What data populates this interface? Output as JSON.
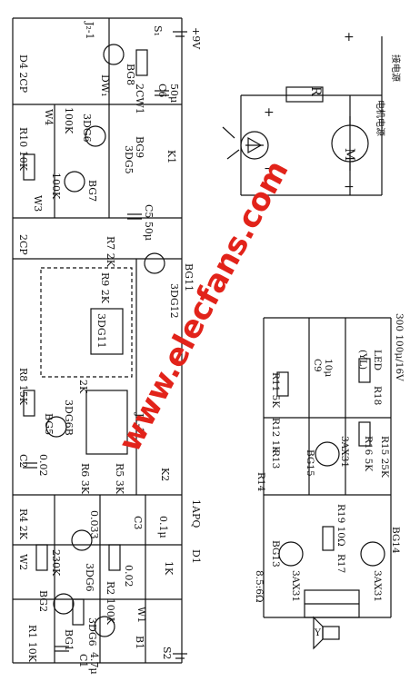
{
  "watermark": "www.elecfans.com",
  "top": {
    "supply": "+9V",
    "s1": "S₁",
    "j2": "J₂-1",
    "bg8": "BG8",
    "dw1": "DW₁",
    "cw1": "2CW1",
    "c6": "C6",
    "c6v": "50μ",
    "d4": "D4 2CP",
    "w4": "W4",
    "r10": "R10 10K",
    "k100": "100K",
    "dg6": "3DG6",
    "bg9": "BG9",
    "dg5": "3DG5",
    "k1": "K1",
    "bg7": "BG7",
    "k100b": "100K",
    "w3": "W3",
    "c5": "C5 50μ"
  },
  "middle": {
    "cp2": "2CP",
    "r7": "R7 2K",
    "dg12": "3DG12",
    "bg11": "BG11",
    "r9": "R9 2K",
    "dg11": "3DG11",
    "r8": "R8 15K",
    "bg5": "BG5",
    "dg6b": "3DG6B",
    "k2": "2K",
    "j1": "J1-1",
    "c2": "C2",
    "c2v": "0.02",
    "r6": "R6 3K",
    "r5": "R5 3K",
    "k2b": "K2",
    "apq": "1APQ"
  },
  "lower": {
    "r4": "R4 2K",
    "c4": "0.033",
    "c3": "C3",
    "c3v": "0.1μ",
    "w2": "W2",
    "r3": "230K",
    "r2": "R2 100K",
    "bg2": "BG2",
    "dg6c": "3DG6",
    "r1": "R1 10K",
    "w1": "W1",
    "bg1": "BG1",
    "dg6d": "3DG6",
    "c1": "C1",
    "c1v": "4.7μ",
    "b1": "B1",
    "s2": "S2",
    "d1": "D1",
    "k1b": "1K",
    "c02": "0.02"
  },
  "motor": {
    "plus": "+",
    "minus": "−",
    "r": "R",
    "m": "M",
    "label1": "接电源",
    "label2": "电机电源"
  },
  "amp": {
    "vcap": "300 100μ/16V",
    "led": "LED",
    "yl": "(YL)",
    "r18": "R18",
    "r11": "R11 5K",
    "c9": "C9",
    "c9v": "10μ",
    "r12": "R12 1K",
    "bg15": "BG15",
    "ax31": "3AX31",
    "r16": "R16 5K",
    "r15": "R15 25K",
    "r14": "R14",
    "r13": "R13",
    "r19": "R19 10Ω",
    "r17": "R17",
    "bg13": "BG13",
    "bg14": "BG14",
    "ax31b": "3AX31",
    "ax31c": "3AX31",
    "imp": "8.5:6Ω",
    "spk": "Y"
  }
}
